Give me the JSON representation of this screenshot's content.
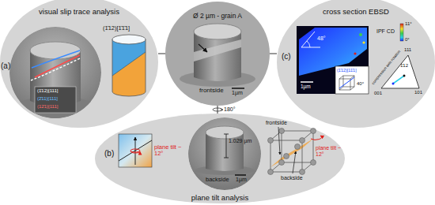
{
  "diagram": {
    "nodes": [
      {
        "text": [
          "visual slip trace analysis",
          "(a)"
        ]
      },
      {
        "text": [
          "Ø 2 µm - grain A"
        ]
      },
      {
        "text": [
          "cross section EBSD",
          "(c)"
        ]
      },
      {
        "text": [
          "(b)",
          "plane tilt analysis"
        ]
      }
    ],
    "edges": [
      {
        "from": 1,
        "to": 0,
        "arrow": "none"
      },
      {
        "from": 1,
        "to": 2,
        "arrow": "none"
      },
      {
        "from": 1,
        "to": 3,
        "arrow": "none",
        "label": "180°"
      }
    ],
    "labels": [
      "(1̄12)[1̄1̄1]",
      "(1̄12)[111]",
      "(2̄11)[111]",
      "(12̄1)[111]",
      "frontside",
      "1µm",
      "1µm",
      "48°",
      "(1̄12)[11̄1]",
      "40°",
      "IPF CD",
      "11°",
      "0°",
      "111",
      "1̄12",
      "001",
      "101",
      "compression axis rotation",
      "plane tilt ~ 12°",
      "1.029 µm",
      "backside",
      "1µm",
      "frontside",
      "backside",
      "plane tilt ~ 12°"
    ]
  }
}
